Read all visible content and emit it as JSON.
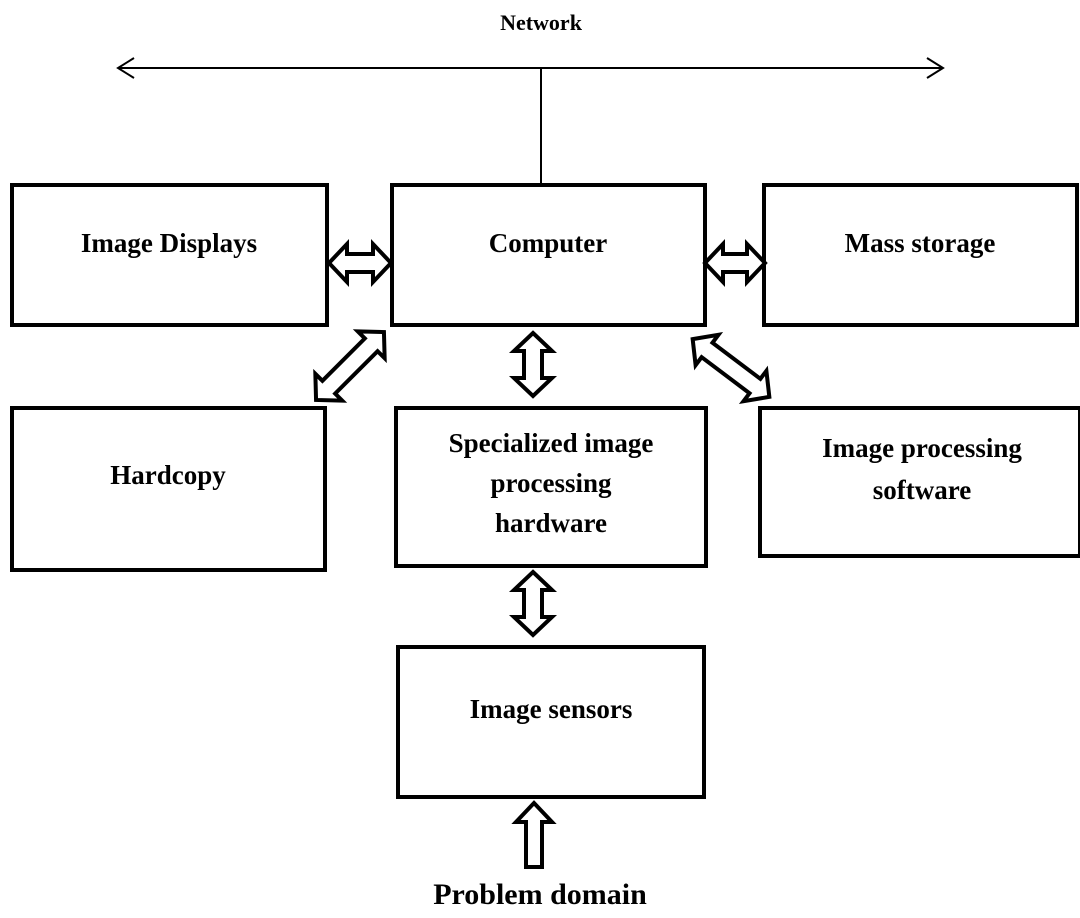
{
  "network": {
    "label": "Network"
  },
  "nodes": {
    "image_displays": {
      "label": "Image Displays"
    },
    "computer": {
      "label": "Computer"
    },
    "mass_storage": {
      "label": "Mass storage"
    },
    "hardcopy": {
      "label": "Hardcopy"
    },
    "specialized_hardware": {
      "label_lines": [
        "Specialized image",
        "processing",
        "hardware"
      ]
    },
    "processing_software": {
      "label_lines": [
        "Image processing",
        "software"
      ]
    },
    "image_sensors": {
      "label": "Image sensors"
    }
  },
  "problem_domain": {
    "label": "Problem domain"
  },
  "colors": {
    "stroke": "#000000",
    "fill": "#ffffff"
  }
}
